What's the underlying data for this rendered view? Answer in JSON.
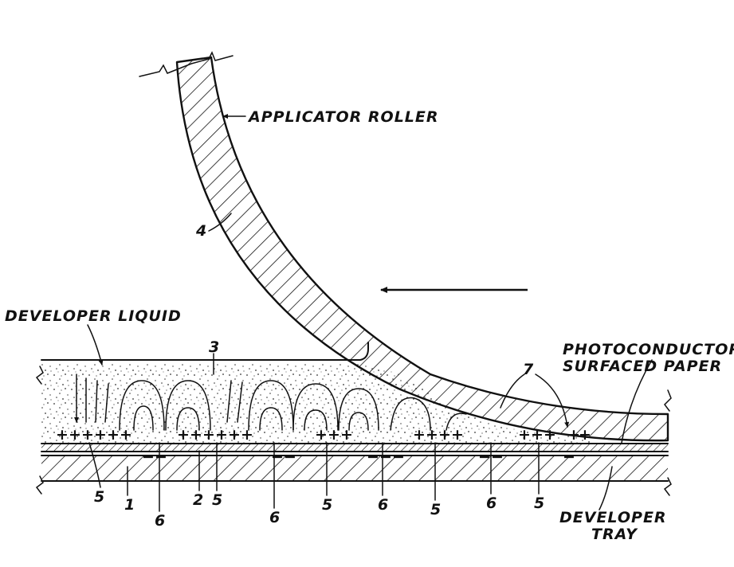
{
  "labels": {
    "applicator_roller": "APPLICATOR ROLLER",
    "developer_liquid": "DEVELOPER LIQUID",
    "photoconductor_line1": "PHOTOCONDUCTOR",
    "photoconductor_line2": "SURFACED PAPER",
    "developer_tray_line1": "DEVELOPER",
    "developer_tray_line2": "TRAY"
  },
  "reference_numerals": {
    "n1": "1",
    "n2": "2",
    "n3": "3",
    "n4": "4",
    "n5": "5",
    "n6": "6",
    "n7": "7"
  },
  "charge_marks": {
    "positive": "+",
    "negative": "−"
  }
}
